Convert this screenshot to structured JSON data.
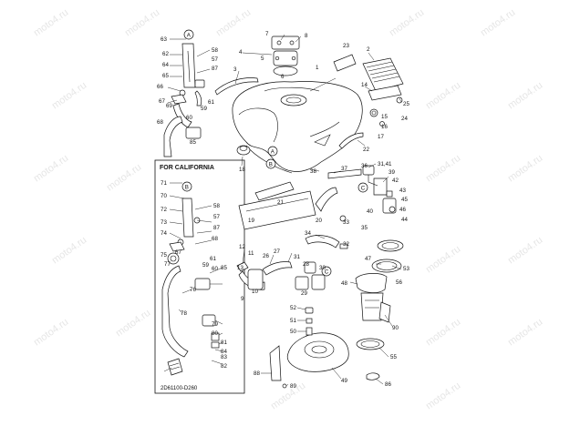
{
  "diagram": {
    "california_box_title": "FOR CALIFORNIA",
    "drawing_code": "2D61100-D260",
    "watermark_text": "moto4.ru",
    "callout_letters": [
      "A",
      "B",
      "C"
    ],
    "part_labels": [
      {
        "id": "63",
        "t": "63"
      },
      {
        "id": "58a",
        "t": "58"
      },
      {
        "id": "57a",
        "t": "57"
      },
      {
        "id": "62",
        "t": "62"
      },
      {
        "id": "87a",
        "t": "87"
      },
      {
        "id": "64",
        "t": "64"
      },
      {
        "id": "65",
        "t": "65"
      },
      {
        "id": "66",
        "t": "66"
      },
      {
        "id": "69",
        "t": "69"
      },
      {
        "id": "67a",
        "t": "67"
      },
      {
        "id": "61a",
        "t": "61"
      },
      {
        "id": "59a",
        "t": "59"
      },
      {
        "id": "68",
        "t": "68"
      },
      {
        "id": "60a",
        "t": "60"
      },
      {
        "id": "85a",
        "t": "85"
      },
      {
        "id": "7",
        "t": "7"
      },
      {
        "id": "8",
        "t": "8"
      },
      {
        "id": "4",
        "t": "4"
      },
      {
        "id": "5",
        "t": "5"
      },
      {
        "id": "6",
        "t": "6"
      },
      {
        "id": "3",
        "t": "3"
      },
      {
        "id": "1",
        "t": "1"
      },
      {
        "id": "23",
        "t": "23"
      },
      {
        "id": "2",
        "t": "2"
      },
      {
        "id": "14",
        "t": "14"
      },
      {
        "id": "25",
        "t": "25"
      },
      {
        "id": "15",
        "t": "15"
      },
      {
        "id": "24",
        "t": "24"
      },
      {
        "id": "16",
        "t": "16"
      },
      {
        "id": "17",
        "t": "17"
      },
      {
        "id": "22",
        "t": "22"
      },
      {
        "id": "18",
        "t": "18"
      },
      {
        "id": "38",
        "t": "38"
      },
      {
        "id": "37",
        "t": "37"
      },
      {
        "id": "36",
        "t": "36"
      },
      {
        "id": "3141",
        "t": "31,41"
      },
      {
        "id": "39",
        "t": "39"
      },
      {
        "id": "42",
        "t": "42"
      },
      {
        "id": "43",
        "t": "43"
      },
      {
        "id": "45",
        "t": "45"
      },
      {
        "id": "40",
        "t": "40"
      },
      {
        "id": "46",
        "t": "46"
      },
      {
        "id": "44",
        "t": "44"
      },
      {
        "id": "21",
        "t": "21"
      },
      {
        "id": "20",
        "t": "20"
      },
      {
        "id": "19",
        "t": "19"
      },
      {
        "id": "34",
        "t": "34"
      },
      {
        "id": "33",
        "t": "33"
      },
      {
        "id": "35",
        "t": "35"
      },
      {
        "id": "32",
        "t": "32"
      },
      {
        "id": "12",
        "t": "12"
      },
      {
        "id": "11",
        "t": "11"
      },
      {
        "id": "26",
        "t": "26"
      },
      {
        "id": "27",
        "t": "27"
      },
      {
        "id": "31",
        "t": "31"
      },
      {
        "id": "28",
        "t": "28"
      },
      {
        "id": "30",
        "t": "30"
      },
      {
        "id": "47",
        "t": "47"
      },
      {
        "id": "53",
        "t": "53"
      },
      {
        "id": "13",
        "t": "13"
      },
      {
        "id": "10",
        "t": "10"
      },
      {
        "id": "9",
        "t": "9"
      },
      {
        "id": "29",
        "t": "29"
      },
      {
        "id": "48",
        "t": "48"
      },
      {
        "id": "56",
        "t": "56"
      },
      {
        "id": "90",
        "t": "90"
      },
      {
        "id": "52",
        "t": "52"
      },
      {
        "id": "51",
        "t": "51"
      },
      {
        "id": "50",
        "t": "50"
      },
      {
        "id": "55",
        "t": "55"
      },
      {
        "id": "88",
        "t": "88"
      },
      {
        "id": "89",
        "t": "89"
      },
      {
        "id": "49",
        "t": "49"
      },
      {
        "id": "86",
        "t": "86"
      },
      {
        "id": "71",
        "t": "71"
      },
      {
        "id": "70",
        "t": "70"
      },
      {
        "id": "72",
        "t": "72"
      },
      {
        "id": "73",
        "t": "73"
      },
      {
        "id": "74",
        "t": "74"
      },
      {
        "id": "58b",
        "t": "58"
      },
      {
        "id": "57b",
        "t": "57"
      },
      {
        "id": "87b",
        "t": "87"
      },
      {
        "id": "75",
        "t": "75"
      },
      {
        "id": "67b",
        "t": "67"
      },
      {
        "id": "68b",
        "t": "68"
      },
      {
        "id": "77",
        "t": "77"
      },
      {
        "id": "61b",
        "t": "61"
      },
      {
        "id": "59b",
        "t": "59"
      },
      {
        "id": "60b",
        "t": "60"
      },
      {
        "id": "85b",
        "t": "85"
      },
      {
        "id": "76",
        "t": "76"
      },
      {
        "id": "78",
        "t": "78"
      },
      {
        "id": "79",
        "t": "79"
      },
      {
        "id": "80",
        "t": "80"
      },
      {
        "id": "81",
        "t": "81"
      },
      {
        "id": "84",
        "t": "84"
      },
      {
        "id": "83",
        "t": "83"
      },
      {
        "id": "82",
        "t": "82"
      }
    ]
  }
}
